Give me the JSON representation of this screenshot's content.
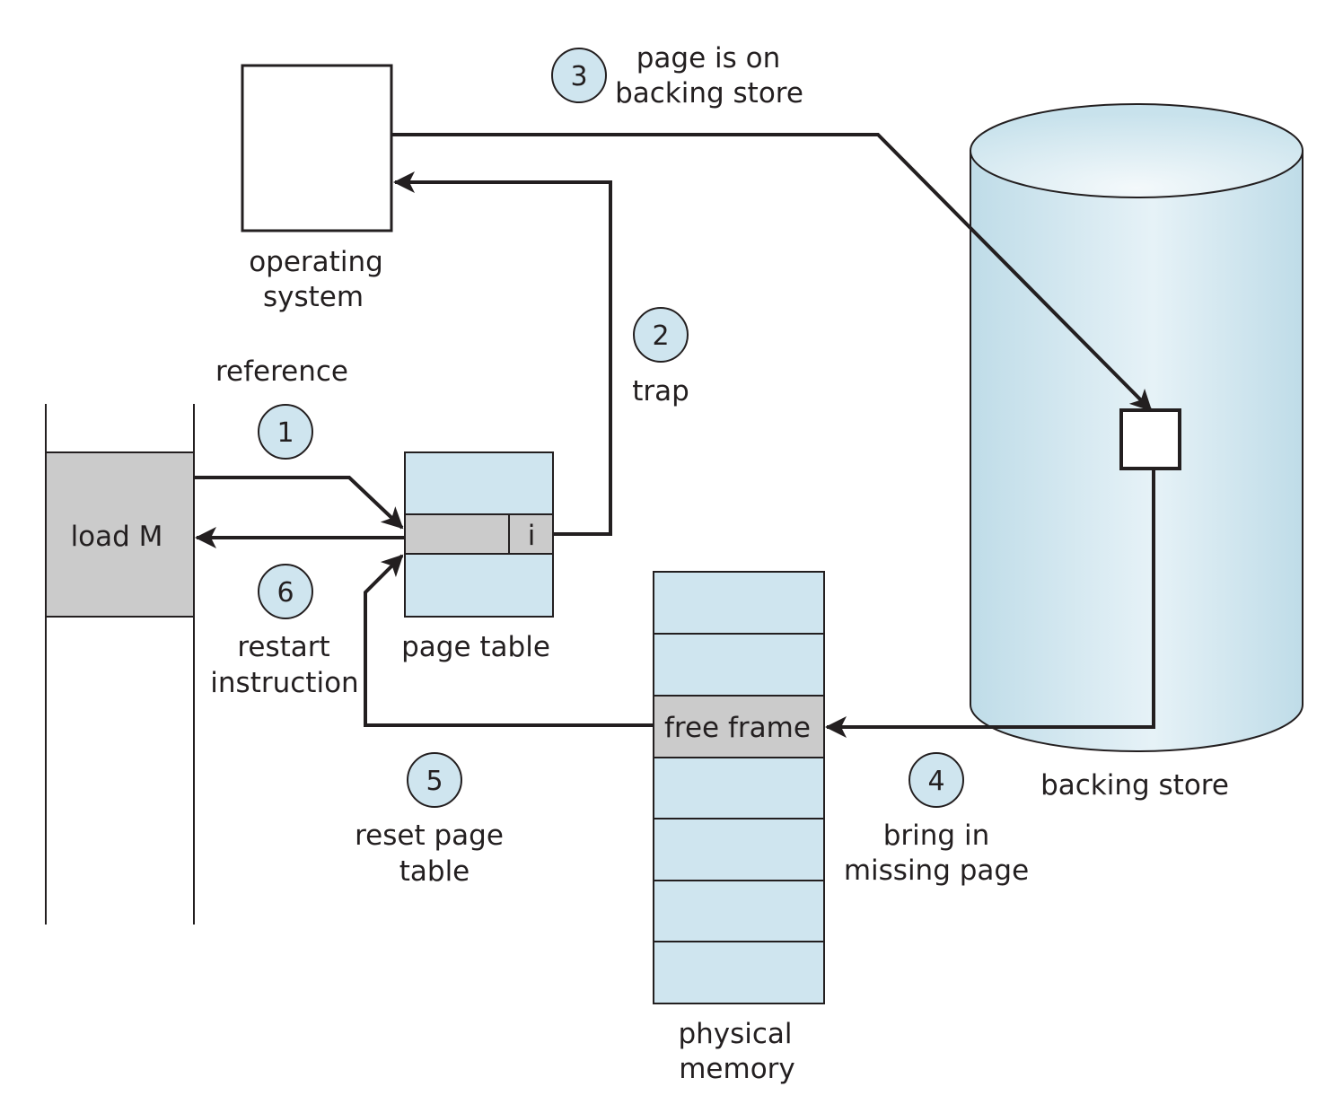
{
  "title": "Steps in handling a page fault",
  "colors": {
    "light_blue": "#cfe5ef",
    "gray": "#cbcbcb",
    "stroke": "#231f20",
    "cylinder_edge": "#bfdce8",
    "cylinder_center": "#e6f2f7"
  },
  "components": {
    "program": {
      "instruction": "load M"
    },
    "operating_system": {
      "label_line1": "operating",
      "label_line2": "system"
    },
    "page_table": {
      "label": "page table",
      "invalid_bit": "i"
    },
    "backing_store": {
      "label": "backing store"
    },
    "physical_memory": {
      "label_line1": "physical",
      "label_line2": "memory",
      "free_frame": "free frame",
      "frame_count": 7,
      "free_frame_index": 2
    }
  },
  "steps": [
    {
      "number": "1",
      "line1": "reference",
      "line2": ""
    },
    {
      "number": "2",
      "line1": "trap",
      "line2": ""
    },
    {
      "number": "3",
      "line1": "page is on",
      "line2": "backing store"
    },
    {
      "number": "4",
      "line1": "bring in",
      "line2": "missing page"
    },
    {
      "number": "5",
      "line1": "reset page",
      "line2": "table"
    },
    {
      "number": "6",
      "line1": "restart",
      "line2": "instruction"
    }
  ]
}
